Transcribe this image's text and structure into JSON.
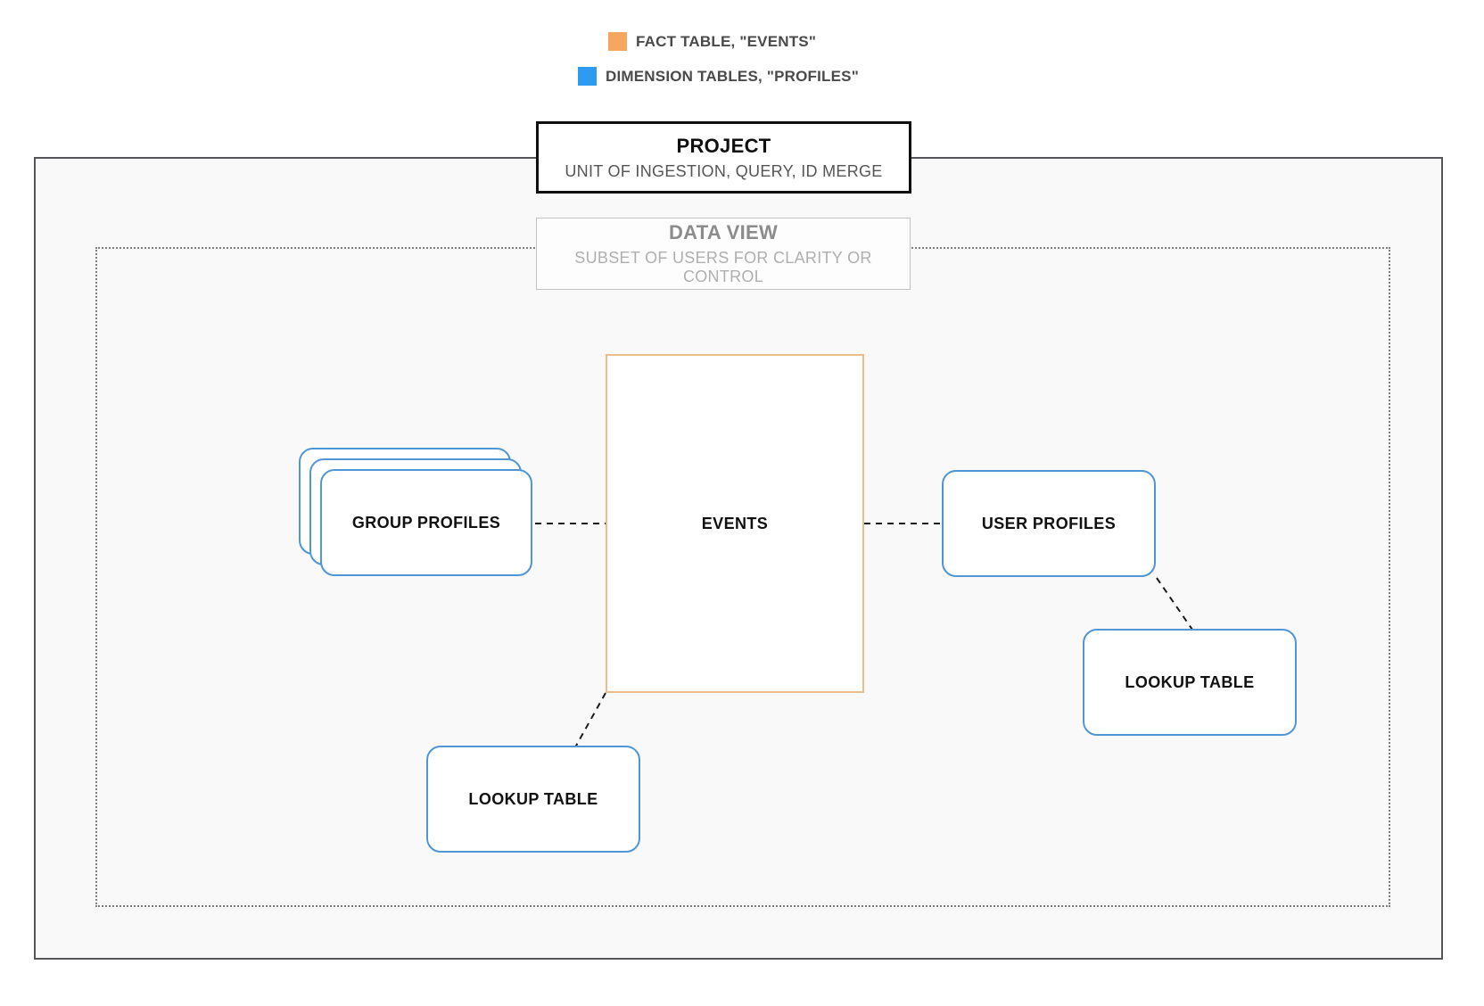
{
  "legend": {
    "items": [
      {
        "id": "fact",
        "label": "FACT TABLE, \"EVENTS\""
      },
      {
        "id": "dimension",
        "label": "DIMENSION TABLES, \"PROFILES\""
      }
    ]
  },
  "project": {
    "title": "PROJECT",
    "subtitle": "UNIT OF INGESTION, QUERY, ID MERGE"
  },
  "data_view": {
    "title": "DATA VIEW",
    "subtitle": "SUBSET OF USERS FOR CLARITY OR CONTROL"
  },
  "nodes": {
    "events": {
      "label": "EVENTS",
      "kind": "fact table"
    },
    "group_profiles": {
      "label": "GROUP PROFILES",
      "kind": "dimension table stack"
    },
    "user_profiles": {
      "label": "USER PROFILES",
      "kind": "dimension table"
    },
    "lookup_table_bottom": {
      "label": "LOOKUP TABLE",
      "kind": "dimension table"
    },
    "lookup_table_right": {
      "label": "LOOKUP TABLE",
      "kind": "dimension table"
    }
  },
  "connections": [
    {
      "from": "group_profiles",
      "to": "events",
      "style": "dashed"
    },
    {
      "from": "events",
      "to": "user_profiles",
      "style": "dashed"
    },
    {
      "from": "events",
      "to": "lookup_table_bottom",
      "style": "dashed"
    },
    {
      "from": "user_profiles",
      "to": "lookup_table_right",
      "style": "dashed"
    }
  ],
  "colors": {
    "fact_swatch": "#F6A75F",
    "fact_border": "#E8BE8C",
    "dimension_swatch": "#2D9BF0",
    "dimension_border": "#5095D6",
    "project_fill": "#F9F9F9",
    "outer_border": "#55565A",
    "dotted_border": "#7F7F7F",
    "connector": "#1A1A1A",
    "legend_text": "#4A4A4A",
    "subtitle_text": "#555555",
    "muted_title": "#8C8C8C",
    "muted_subtitle": "#AFAFAF",
    "node_text": "#111111"
  }
}
